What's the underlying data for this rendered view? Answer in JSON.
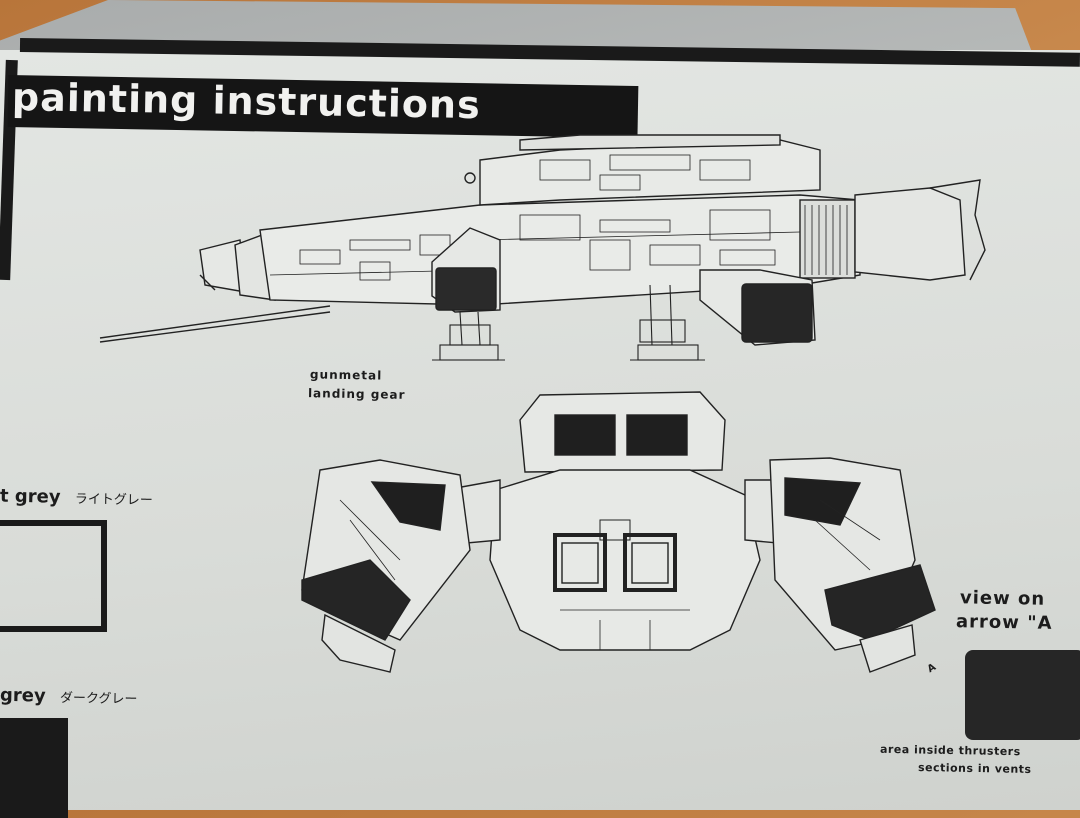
{
  "document": {
    "title": "painting instructions",
    "callouts": {
      "landing_gear_line1": "gunmetal",
      "landing_gear_line2": "landing gear",
      "view_line1": "view on",
      "view_line2": "arrow \"A",
      "arrow_marker": "A",
      "thrusters_line1": "area inside thrusters",
      "thrusters_line2": "sections in vents"
    },
    "swatches": [
      {
        "name": "t grey",
        "name_jp": "ライトグレー",
        "color": "#ffffff"
      },
      {
        "name": "grey",
        "name_jp": "ダークグレー",
        "color": "#1a1a1a"
      }
    ]
  }
}
